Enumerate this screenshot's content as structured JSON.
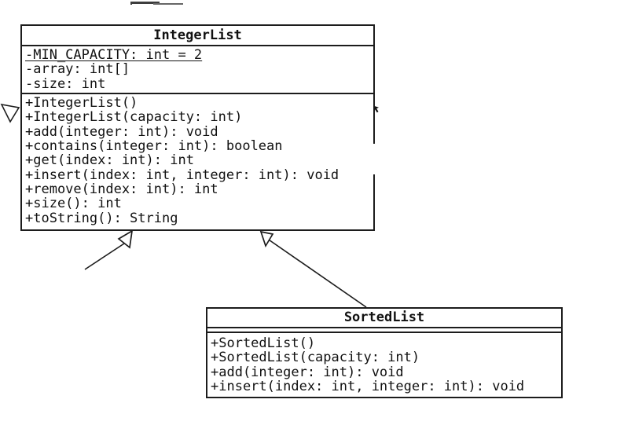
{
  "diagram": {
    "type": "uml-class-diagram",
    "background": "#ffffff",
    "line_color": "#1c1c1c",
    "text_color": "#111111",
    "classes": [
      {
        "name": "IntegerList",
        "attributes": [
          "-MIN_CAPACITY: int = 2",
          "-array: int[]",
          "-size: int"
        ],
        "methods": [
          "+IntegerList()",
          "+IntegerList(capacity: int)",
          "+add(integer: int): void",
          "+contains(integer: int): boolean",
          "+get(index: int): int",
          "+insert(index: int, integer: int): void",
          "+remove(index: int): int",
          "+size(): int",
          "+toString(): String"
        ]
      },
      {
        "name": "SortedList",
        "attributes": [],
        "methods": [
          "+SortedList()",
          "+SortedList(capacity: int)",
          "+add(integer: int): void",
          "+insert(index: int, integer: int): void"
        ]
      }
    ],
    "relationships": [
      {
        "type": "inheritance",
        "target": "IntegerList",
        "source": "SortedList"
      },
      {
        "type": "inheritance",
        "target": "IntegerList",
        "source": ""
      },
      {
        "type": "inheritance",
        "target": "IntegerList",
        "source": ""
      }
    ]
  }
}
